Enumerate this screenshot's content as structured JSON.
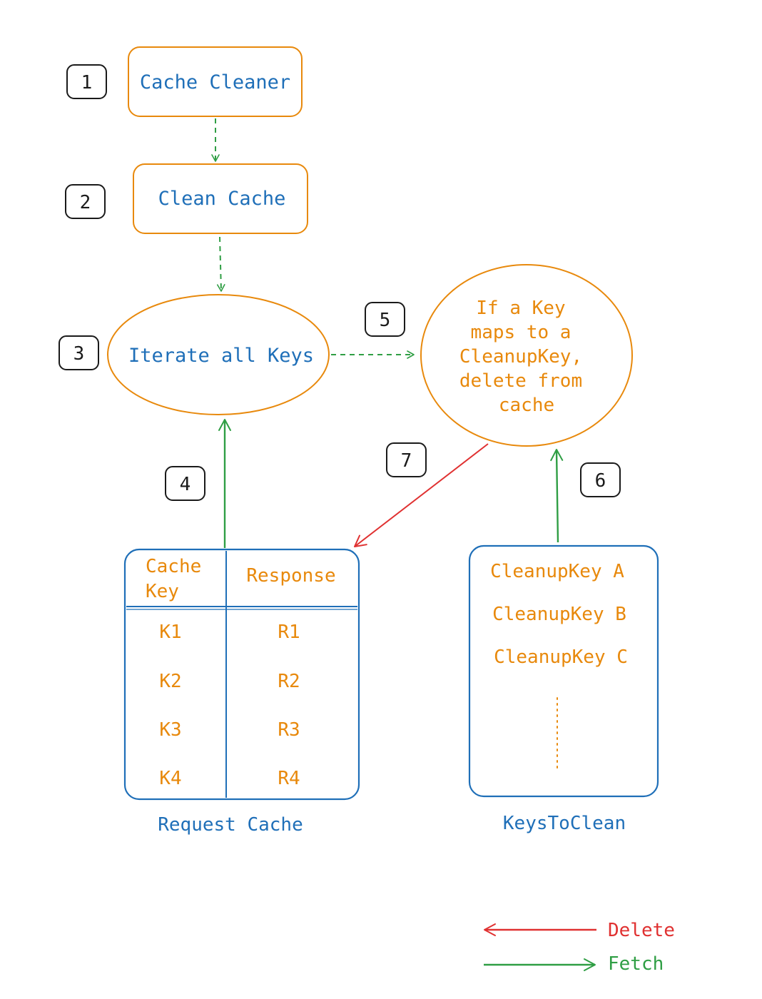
{
  "steps": [
    "1",
    "2",
    "3",
    "4",
    "5",
    "6",
    "7"
  ],
  "nodes": {
    "cache_cleaner": "Cache Cleaner",
    "clean_cache": "Clean Cache",
    "iterate_keys": "Iterate all Keys",
    "decision": [
      "If a Key",
      "maps to a",
      "CleanupKey,",
      "delete from",
      "cache"
    ]
  },
  "request_cache": {
    "caption": "Request Cache",
    "header_key": [
      "Cache",
      "Key"
    ],
    "header_response": "Response",
    "rows": [
      {
        "key": "K1",
        "response": "R1"
      },
      {
        "key": "K2",
        "response": "R2"
      },
      {
        "key": "K3",
        "response": "R3"
      },
      {
        "key": "K4",
        "response": "R4"
      }
    ]
  },
  "keys_to_clean": {
    "caption": "KeysToClean",
    "items": [
      "CleanupKey A",
      "CleanupKey B",
      "CleanupKey C"
    ]
  },
  "legend": {
    "delete": "Delete",
    "fetch": "Fetch"
  },
  "colors": {
    "blue": "#1f6fb8",
    "orange": "#e8890c",
    "green": "#2f9e44",
    "red": "#e03131",
    "dark": "#1a1a1a"
  }
}
